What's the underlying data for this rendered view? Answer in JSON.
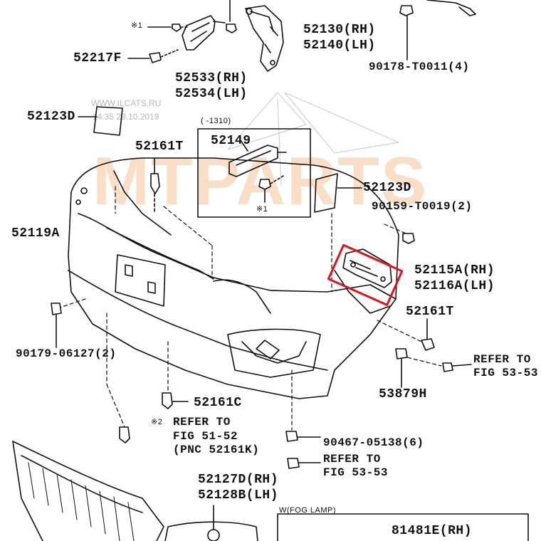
{
  "watermark": {
    "site": "WWW.ILCATS.RU",
    "stamp": "14:35 23.10.2019",
    "brand": "MTPARTS"
  },
  "labels": {
    "p52130": "52130(RH)",
    "p52140": "52140(LH)",
    "p90178": "90178-T0011(4)",
    "p52217F": "52217F",
    "note1_top": "※1",
    "p52533": "52533(RH)",
    "p52534": "52534(LH)",
    "p52123D_left": "52123D",
    "box_date": "(    -1310)",
    "p52149": "52149",
    "note1_box": "※1",
    "p52161T_top": "52161T",
    "p52123D_right": "52123D",
    "p90159": "90159-T0019(2)",
    "p52119A": "52119A",
    "p52115A": "52115A(RH)",
    "p52116A": "52116A(LH)",
    "p52161T_right": "52161T",
    "p90179": "90179-06127(2)",
    "refer1_a": "REFER TO",
    "refer1_b": "FIG 53-53",
    "p53879H": "53879H",
    "p52161C": "52161C",
    "note2": "※2",
    "refer2_a": "REFER TO",
    "refer2_b": "FIG 51-52",
    "refer2_c": "(PNC 52161K)",
    "p90467": "90467-05138(6)",
    "refer3_a": "REFER TO",
    "refer3_b": "FIG 53-53",
    "p52127D": "52127D(RH)",
    "p52128B": "52128B(LH)",
    "fog_caption": "W(FOG LAMP)",
    "p81481E": "81481E(RH)"
  },
  "colors": {
    "line": "#111111",
    "highlight": "#e0141b",
    "watermark": "#f0a05a"
  }
}
